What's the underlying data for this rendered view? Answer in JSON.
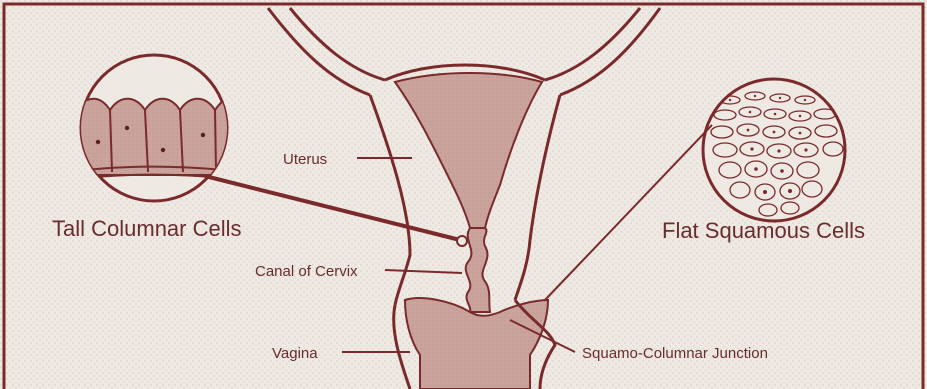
{
  "labels": {
    "tall_columnar": "Tall Columnar Cells",
    "flat_squamous": "Flat Squamous Cells",
    "uterus": "Uterus",
    "canal_of_cervix": "Canal of Cervix",
    "vagina": "Vagina",
    "squamo_columnar_junction": "Squamo-Columnar Junction"
  },
  "colors": {
    "outline": "#7a2a2a",
    "tissue_fill": "#c9a39c",
    "background": "#efe9e4",
    "text": "#6a2c2c"
  }
}
